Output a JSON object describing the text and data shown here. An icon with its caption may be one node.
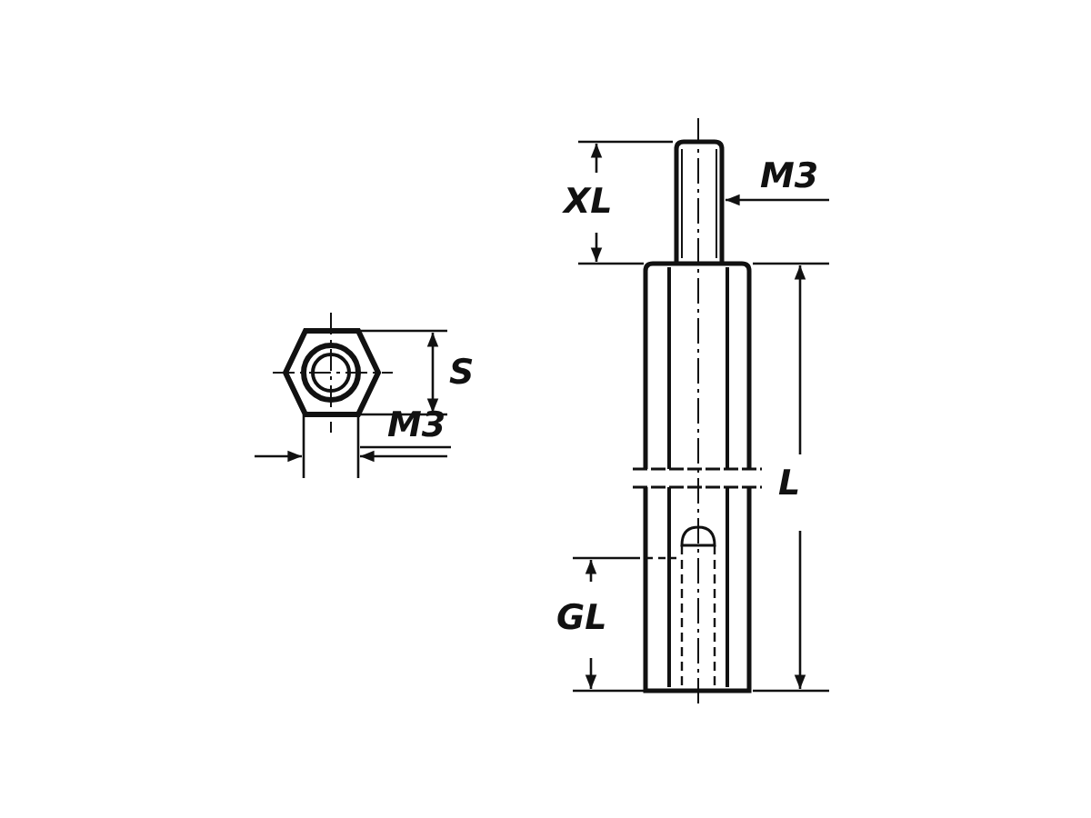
{
  "diagram": {
    "labels": [
      "XL",
      "M3",
      "S",
      "M3",
      "L",
      "GL"
    ]
  }
}
